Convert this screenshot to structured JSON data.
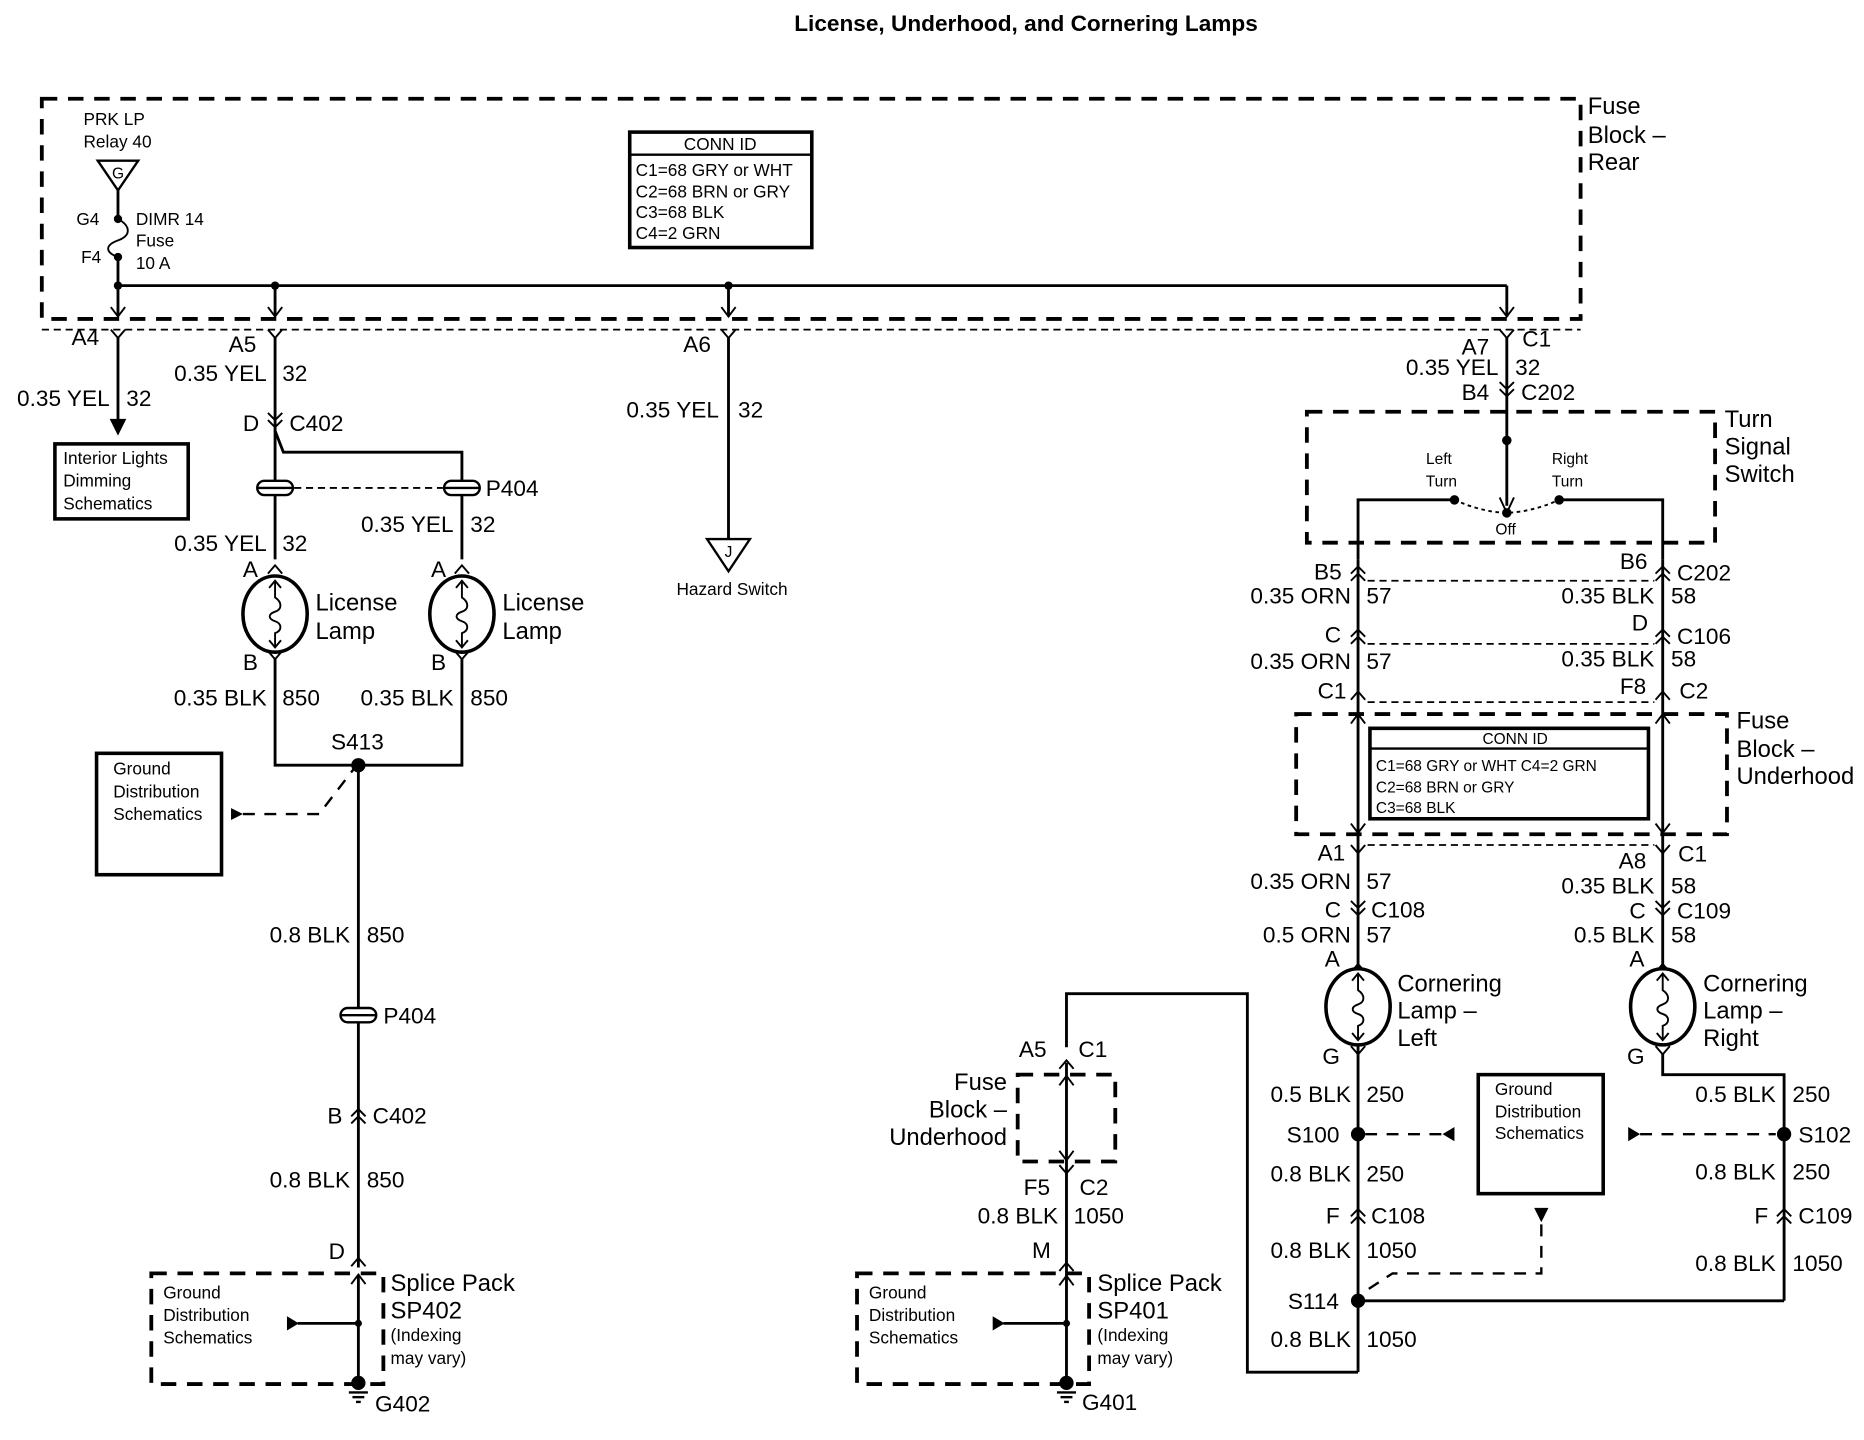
{
  "title": "License, Underhood, and Cornering Lamps",
  "fuse_block_rear": {
    "label_lines": [
      "Fuse",
      "Block –",
      "Rear"
    ],
    "relay_lines": [
      "PRK LP",
      "Relay 40"
    ],
    "relay_terminal": "G",
    "fuse_pin_in": "G4",
    "fuse_pin_out": "F4",
    "fuse_lines": [
      "DIMR 14",
      "Fuse",
      "10 A"
    ],
    "conn_id": {
      "header": "CONN ID",
      "lines": [
        "C1=68 GRY or WHT",
        "C2=68 BRN or GRY",
        "C3=68 BLK",
        "C4=2 GRN"
      ]
    }
  },
  "branches": {
    "a4": {
      "pin": "A4",
      "wire": "0.35 YEL",
      "circuit": "32",
      "destination_lines": [
        "Interior Lights",
        "Dimming",
        "Schematics"
      ]
    },
    "a5": {
      "pin": "A5",
      "wire": "0.35 YEL",
      "circuit": "32"
    },
    "a6": {
      "pin": "A6",
      "wire": "0.35 YEL",
      "circuit": "32",
      "destination_terminal": "J",
      "destination": "Hazard Switch"
    },
    "a7": {
      "pin": "A7",
      "connector": "C1",
      "wire": "0.35 YEL",
      "circuit": "32",
      "pin2": "B4",
      "connector2": "C202"
    }
  },
  "license_circuit": {
    "c402_pin": "D",
    "c402": "C402",
    "p404": "P404",
    "left_wire_in": "0.35 YEL",
    "left_circuit_in": "32",
    "right_wire_in": "0.35 YEL",
    "right_circuit_in": "32",
    "lamp_pin_a": "A",
    "lamp_pin_b": "B",
    "lamp_label_lines": [
      "License",
      "Lamp"
    ],
    "left_wire_out": "0.35 BLK",
    "left_circuit_out": "850",
    "right_wire_out": "0.35 BLK",
    "right_circuit_out": "850",
    "splice": "S413",
    "ground_ref_lines": [
      "Ground",
      "Distribution",
      "Schematics"
    ],
    "trunk_wire_1": "0.8 BLK",
    "trunk_circuit_1": "850",
    "p404_lower": "P404",
    "c402_lower_pin": "B",
    "c402_lower": "C402",
    "trunk_wire_2": "0.8 BLK",
    "trunk_circuit_2": "850",
    "splice_pack_pin": "D",
    "splice_pack_lines": [
      "Splice Pack",
      "SP402",
      "(Indexing",
      "may vary)"
    ],
    "splice_pack_ground_lines": [
      "Ground",
      "Distribution",
      "Schematics"
    ],
    "ground": "G402"
  },
  "turn_signal_switch": {
    "label_lines": [
      "Turn",
      "Signal",
      "Switch"
    ],
    "left_lines": [
      "Left",
      "Turn"
    ],
    "right_lines": [
      "Right",
      "Turn"
    ],
    "off": "Off"
  },
  "cornering_left": {
    "c202_pin": "B5",
    "wire_1": "0.35 ORN",
    "circuit_1": "57",
    "c106_pin": "C",
    "wire_2": "0.35 ORN",
    "circuit_2": "57",
    "fb_in_pin": "C1",
    "fb_out_pin": "A1",
    "wire_3": "0.35 ORN",
    "circuit_3": "57",
    "c108_pin": "C",
    "c108": "C108",
    "wire_4": "0.5 ORN",
    "circuit_4": "57",
    "lamp_pin_a": "A",
    "lamp_label_lines": [
      "Cornering",
      "Lamp –",
      "Left"
    ],
    "lamp_pin_g": "G",
    "wire_5": "0.5 BLK",
    "circuit_5": "250",
    "splice": "S100",
    "wire_6": "0.8 BLK",
    "circuit_6": "250",
    "c108_lower_pin": "F",
    "c108_lower": "C108",
    "wire_7": "0.8 BLK",
    "circuit_7": "1050",
    "splice_2": "S114",
    "wire_8": "0.8 BLK",
    "circuit_8": "1050"
  },
  "cornering_right": {
    "c202_pin": "B6",
    "c202": "C202",
    "wire_1": "0.35 BLK",
    "circuit_1": "58",
    "c106_pin": "D",
    "c106": "C106",
    "wire_2": "0.35 BLK",
    "circuit_2": "58",
    "fb_in_pin": "F8",
    "fb_in_conn": "C2",
    "fb_out_pin": "A8",
    "fb_out_conn": "C1",
    "wire_3": "0.35 BLK",
    "circuit_3": "58",
    "c109_pin": "C",
    "c109": "C109",
    "wire_4": "0.5 BLK",
    "circuit_4": "58",
    "lamp_pin_a": "A",
    "lamp_label_lines": [
      "Cornering",
      "Lamp –",
      "Right"
    ],
    "lamp_pin_g": "G",
    "wire_5": "0.5 BLK",
    "circuit_5": "250",
    "splice": "S102",
    "wire_6": "0.8 BLK",
    "circuit_6": "250",
    "c109_lower_pin": "F",
    "c109_lower": "C109",
    "wire_7": "0.8 BLK",
    "circuit_7": "1050"
  },
  "fuse_block_underhood": {
    "label_lines": [
      "Fuse",
      "Block –",
      "Underhood"
    ],
    "conn_id": {
      "header": "CONN ID",
      "lines": [
        "C1=68 GRY or WHT  C4=2 GRN",
        "C2=68 BRN or GRY",
        "C3=68 BLK"
      ]
    }
  },
  "center_ground_ref_lines": [
    "Ground",
    "Distribution",
    "Schematics"
  ],
  "underhood_ground_path": {
    "label_lines": [
      "Fuse",
      "Block –",
      "Underhood"
    ],
    "in_pin": "A5",
    "in_conn": "C1",
    "out_pin": "F5",
    "out_conn": "C2",
    "wire": "0.8 BLK",
    "circuit": "1050",
    "splice_pack_pin": "M",
    "splice_pack_lines": [
      "Splice Pack",
      "SP401",
      "(Indexing",
      "may vary)"
    ],
    "ground_ref_lines": [
      "Ground",
      "Distribution",
      "Schematics"
    ],
    "ground": "G401"
  }
}
